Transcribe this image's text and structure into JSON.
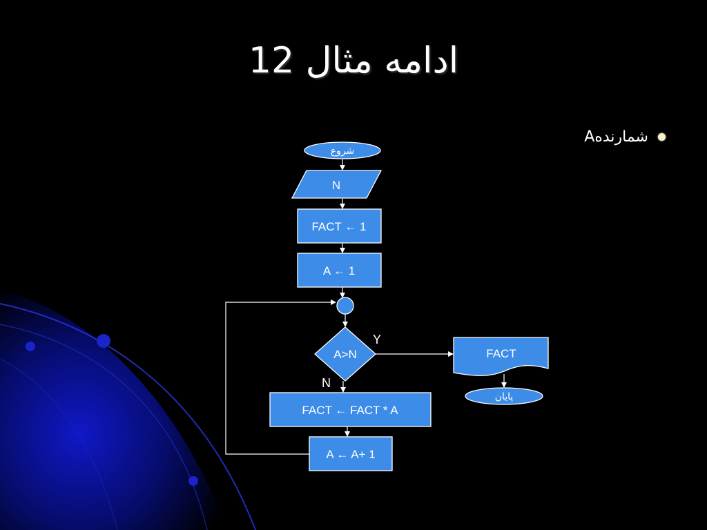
{
  "slide": {
    "title": "ادامه مثال 12",
    "bullet_text": "شمارندهA"
  },
  "flowchart": {
    "start_label": "شروع",
    "input_label": "N",
    "init_fact_label": "FACT  ← 1",
    "init_a_label": "A  ← 1",
    "decision_label": "A>N",
    "yes_label": "Y",
    "no_label": "N",
    "multiply_label": "FACT ← FACT * A",
    "increment_label": "A  ← A+ 1",
    "output_label": "FACT",
    "end_label": "پایان"
  },
  "colors": {
    "shape_fill": "#3c8ce8",
    "background": "#000000",
    "accent": "#1a2ad8"
  }
}
